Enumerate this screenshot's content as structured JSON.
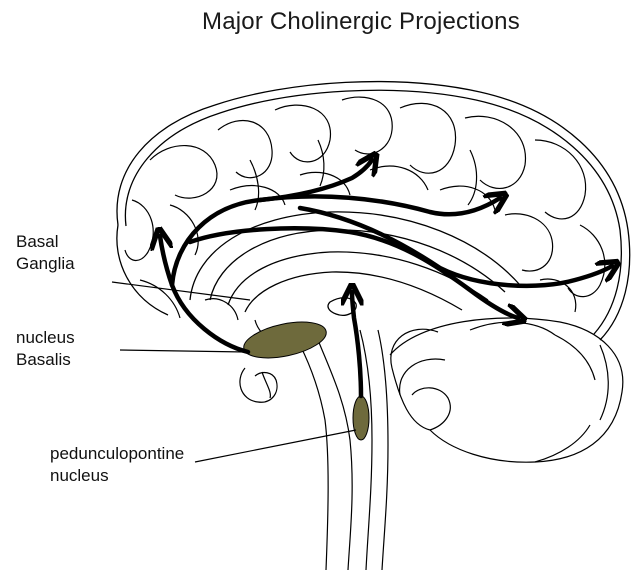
{
  "title": "Major Cholinergic Projections",
  "labels": {
    "basal_ganglia": [
      "Basal",
      "Ganglia"
    ],
    "nucleus_basalis": [
      "nucleus",
      "Basalis"
    ],
    "pedunculopontine": [
      "pedunculopontine",
      "nucleus"
    ]
  },
  "colors": {
    "nucleus_fill": "#6e6a3c",
    "outline": "#000000",
    "background": "#ffffff"
  }
}
